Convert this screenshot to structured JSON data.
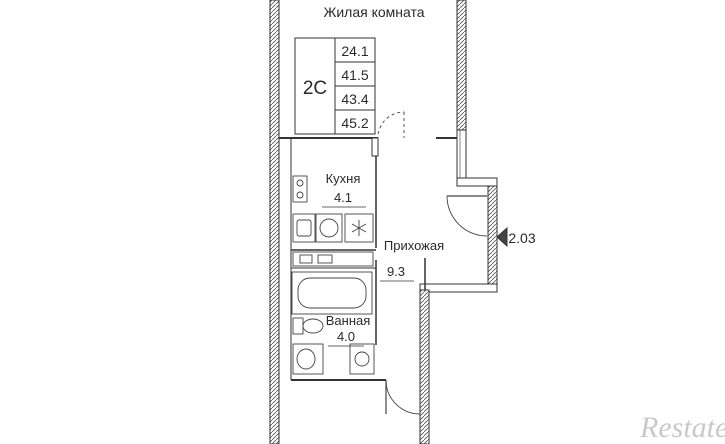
{
  "rooms": {
    "living": {
      "name": "Жилая комната"
    },
    "kitchen": {
      "name": "Кухня",
      "area": "4.1"
    },
    "hall": {
      "name": "Прихожая",
      "area": "9.3"
    },
    "bath": {
      "name": "Ванная",
      "area": "4.0"
    }
  },
  "summary": {
    "type": "2C",
    "areas": [
      "24.1",
      "41.5",
      "43.4",
      "45.2"
    ]
  },
  "ceiling_marker": {
    "value": "2.03"
  },
  "watermark": "Restate",
  "colors": {
    "line": "#3a3a3a",
    "hatch": "#6a6a6a",
    "text": "#2a2a2a"
  },
  "icons": [
    "stove-icon",
    "sink-icon",
    "washer-icon",
    "bathtub-icon",
    "toilet-icon",
    "basin-icon"
  ]
}
